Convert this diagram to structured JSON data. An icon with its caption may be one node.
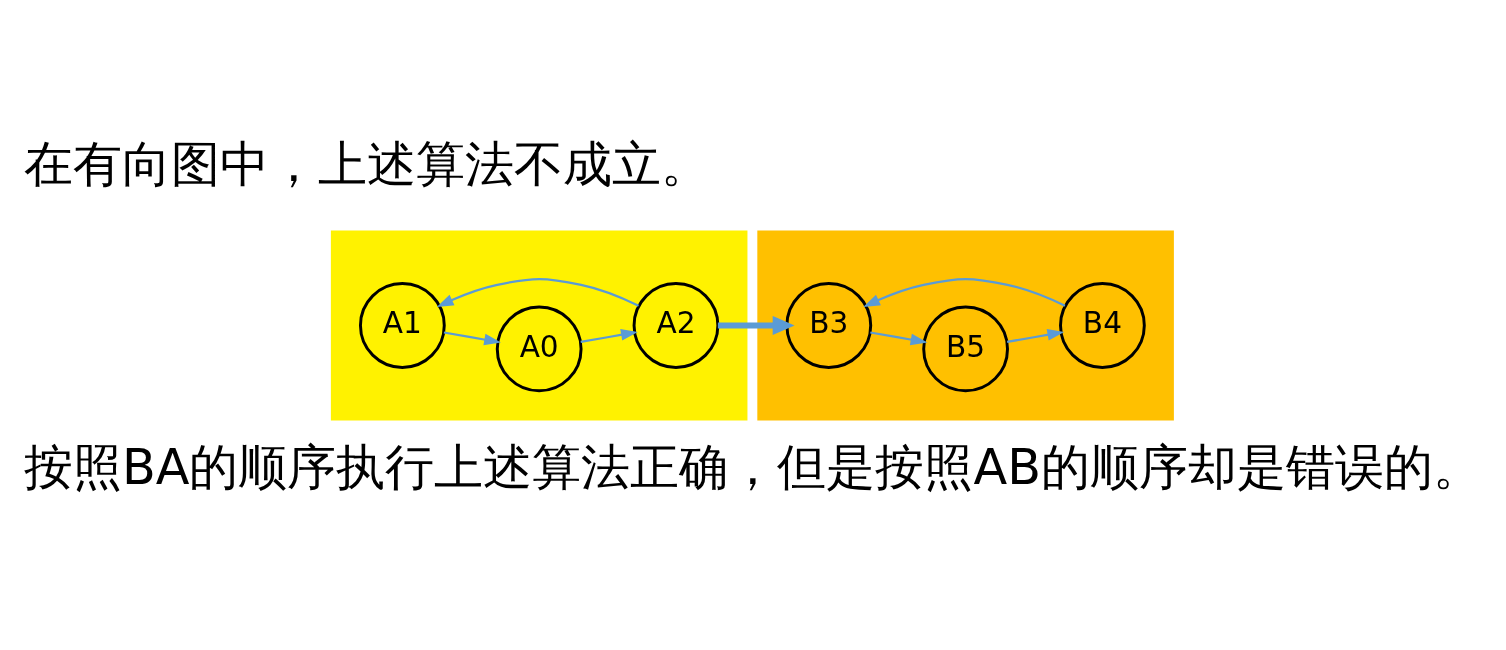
{
  "diagram": {
    "title": "在有向图中，上述算法不成立。",
    "caption": "按照BA的顺序执行上述算法正确，但是按照AB的顺序却是错误的。",
    "nodes": [
      {
        "text": [],
        "shape": "box"
      },
      {
        "text": [
          "A0"
        ],
        "in": 0
      },
      {
        "text": [
          "A1"
        ],
        "in": 0
      },
      {
        "text": [
          "A2"
        ],
        "in": 0
      },
      {
        "text": [],
        "shape": "box"
      },
      {
        "text": [
          "B5"
        ],
        "in": 4
      },
      {
        "text": [
          "B3"
        ],
        "in": 4
      },
      {
        "text": [
          "B4"
        ],
        "in": 4
      }
    ],
    "edges": [
      {
        "from": 2,
        "to": 1,
        "arrow": "to"
      },
      {
        "from": 1,
        "to": 3,
        "arrow": "to"
      },
      {
        "from": 3,
        "to": 2,
        "arrow": "to"
      },
      {
        "from": 3,
        "to": 6,
        "arrow": "to",
        "style": "thick"
      },
      {
        "from": 6,
        "to": 5,
        "arrow": "to"
      },
      {
        "from": 5,
        "to": 7,
        "arrow": "to"
      },
      {
        "from": 7,
        "to": 6,
        "arrow": "to"
      }
    ]
  }
}
